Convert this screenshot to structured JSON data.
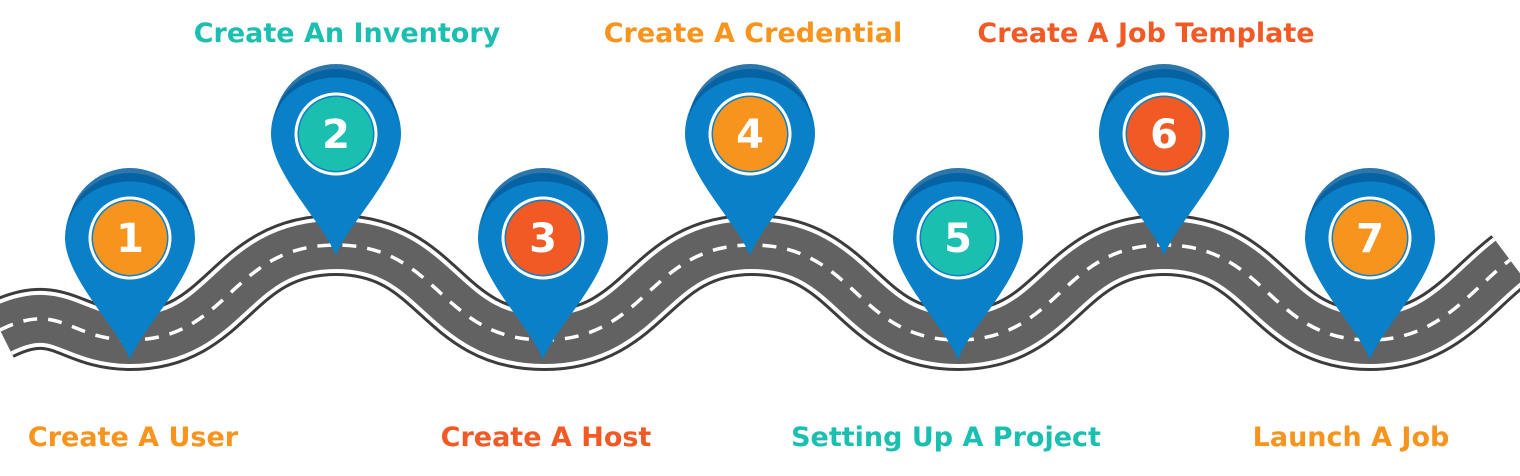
{
  "colors": {
    "orange": "#F7941D",
    "red_orange": "#F15A24",
    "teal": "#1BBFB0",
    "pin_blue": "#0A80C8",
    "pin_dark": "#065E9C",
    "road": "#626262",
    "road_edge": "#FFFFFF",
    "dash": "#FFFFFF"
  },
  "steps": [
    {
      "number": "1",
      "label": "Create A User",
      "color": "#F7941D"
    },
    {
      "number": "2",
      "label": "Create An Inventory",
      "color": "#1BBFB0"
    },
    {
      "number": "3",
      "label": "Create A Host",
      "color": "#F15A24"
    },
    {
      "number": "4",
      "label": "Create A Credential",
      "color": "#F7941D"
    },
    {
      "number": "5",
      "label": "Setting Up A Project",
      "color": "#1BBFB0"
    },
    {
      "number": "6",
      "label": "Create A Job Template",
      "color": "#F15A24"
    },
    {
      "number": "7",
      "label": "Launch A Job",
      "color": "#F7941D"
    }
  ]
}
